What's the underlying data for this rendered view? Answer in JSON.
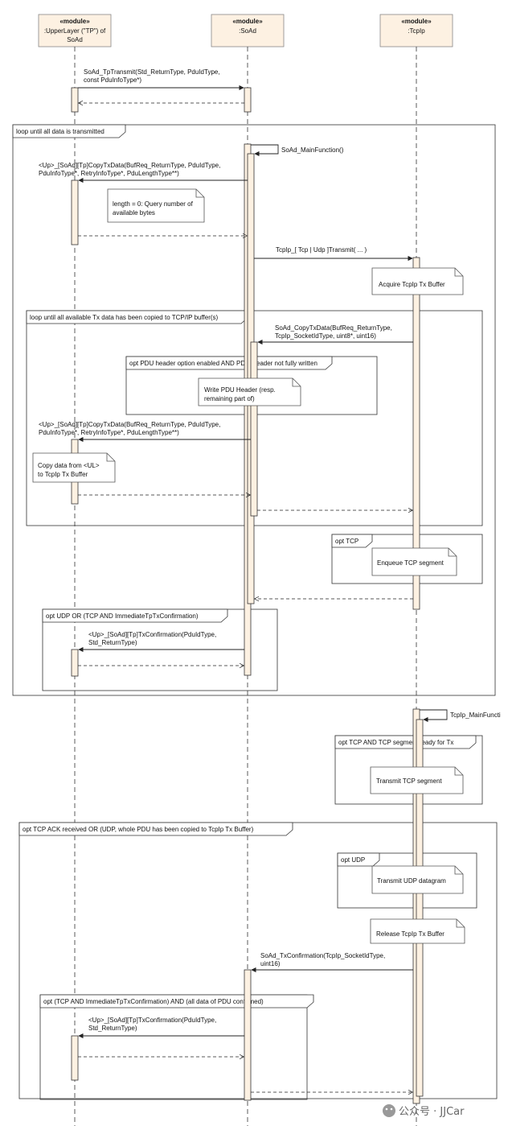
{
  "participants": [
    {
      "stereotype": "«module»",
      "name": ":UpperLayer (\"TP\") of",
      "name2": "SoAd"
    },
    {
      "stereotype": "«module»",
      "name": ":SoAd",
      "name2": ""
    },
    {
      "stereotype": "«module»",
      "name": ":TcpIp",
      "name2": ""
    }
  ],
  "messages": {
    "m1": [
      "SoAd_TpTransmit(Std_ReturnType, PduIdType,",
      "const PduInfoType*)"
    ],
    "m2": [
      "SoAd_MainFunction()"
    ],
    "m3": [
      "<Up>_[SoAd][Tp]CopyTxData(BufReq_ReturnType, PduIdType,",
      "PduInfoType*, RetryInfoType*, PduLengthType**)"
    ],
    "m4": [
      "TcpIp_[ Tcp | Udp ]Transmit( ... )"
    ],
    "m5": [
      "SoAd_CopyTxData(BufReq_ReturnType,",
      "TcpIp_SocketIdType, uint8*, uint16)"
    ],
    "m6": [
      "<Up>_[SoAd][Tp]CopyTxData(BufReq_ReturnType, PduIdType,",
      "PduInfoType*, RetryInfoType*, PduLengthType**)"
    ],
    "m7": [
      "<Up>_[SoAd][Tp]TxConfirmation(PduIdType,",
      "Std_ReturnType)"
    ],
    "m8": [
      "TcpIp_MainFuncti"
    ],
    "m9": [
      "SoAd_TxConfirmation(TcpIp_SocketIdType,",
      "uint16)"
    ],
    "m10": [
      "<Up>_[SoAd][Tp]TxConfirmation(PduIdType,",
      "Std_ReturnType)"
    ]
  },
  "notes": {
    "n1": [
      "length = 0: Query number of",
      "available bytes"
    ],
    "n2": [
      "Acquire TcpIp Tx Buffer"
    ],
    "n3": [
      "Write PDU Header (resp.",
      "remaining part of)"
    ],
    "n4": [
      "Copy data from <UL>",
      "to TcpIp Tx Buffer"
    ],
    "n5": [
      "Enqueue TCP segment"
    ],
    "n6": [
      "Transmit TCP segment"
    ],
    "n7": [
      "Transmit UDP datagram"
    ],
    "n8": [
      "Release TcpIp Tx Buffer"
    ]
  },
  "fragments": {
    "f1": "loop until all data is transmitted",
    "f2": "loop until all available Tx data has been copied to TCP/IP buffer(s)",
    "f3": "opt PDU header option enabled AND PDU Header not fully written",
    "f4": "opt TCP",
    "f5": "opt UDP OR (TCP AND ImmediateTpTxConfirmation)",
    "f6": "opt TCP AND TCP segment ready for Tx",
    "f7": "opt TCP ACK received OR (UDP, whole PDU has been copied to TcpIp Tx Buffer)",
    "f8": "opt UDP",
    "f9": "opt (TCP AND ImmediateTpTxConfirmation) AND (all data of PDU confirmed)"
  },
  "watermark": "公众号 · JJCar",
  "colors": {
    "box_fill": "#fdf1e2",
    "line": "#222222",
    "note_fill": "#ffffff"
  }
}
